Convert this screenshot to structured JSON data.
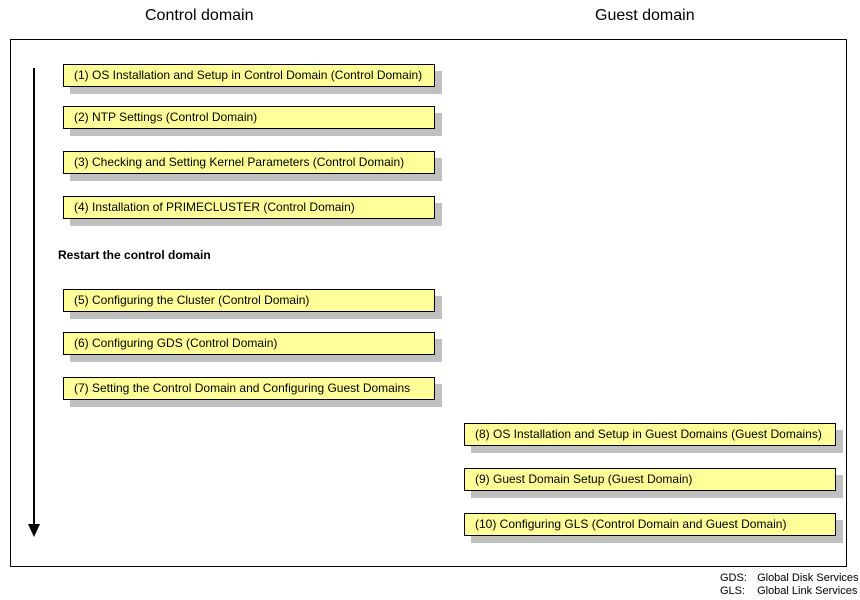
{
  "headers": {
    "control": "Control domain",
    "guest": "Guest domain"
  },
  "steps": [
    "(1) OS Installation and Setup in Control Domain (Control Domain)",
    "(2) NTP Settings (Control Domain)",
    "(3) Checking and Setting Kernel Parameters (Control Domain)",
    "(4) Installation of PRIMECLUSTER (Control Domain)",
    "(5) Configuring the Cluster (Control Domain)",
    "(6) Configuring GDS (Control Domain)",
    "(7) Setting the Control Domain and Configuring Guest Domains",
    "(8) OS Installation and Setup in Guest Domains (Guest Domains)",
    "(9) Guest Domain Setup (Guest Domain)",
    "(10) Configuring GLS (Control Domain and Guest Domain)"
  ],
  "restart_note": "Restart the control domain",
  "legend": [
    {
      "abbr": "GDS:",
      "full": "Global Disk Services"
    },
    {
      "abbr": "GLS:",
      "full": "Global Link Services"
    }
  ],
  "colors": {
    "step_fill": "#ffff99",
    "step_shadow": "#c0c0c0",
    "border": "#000000"
  }
}
